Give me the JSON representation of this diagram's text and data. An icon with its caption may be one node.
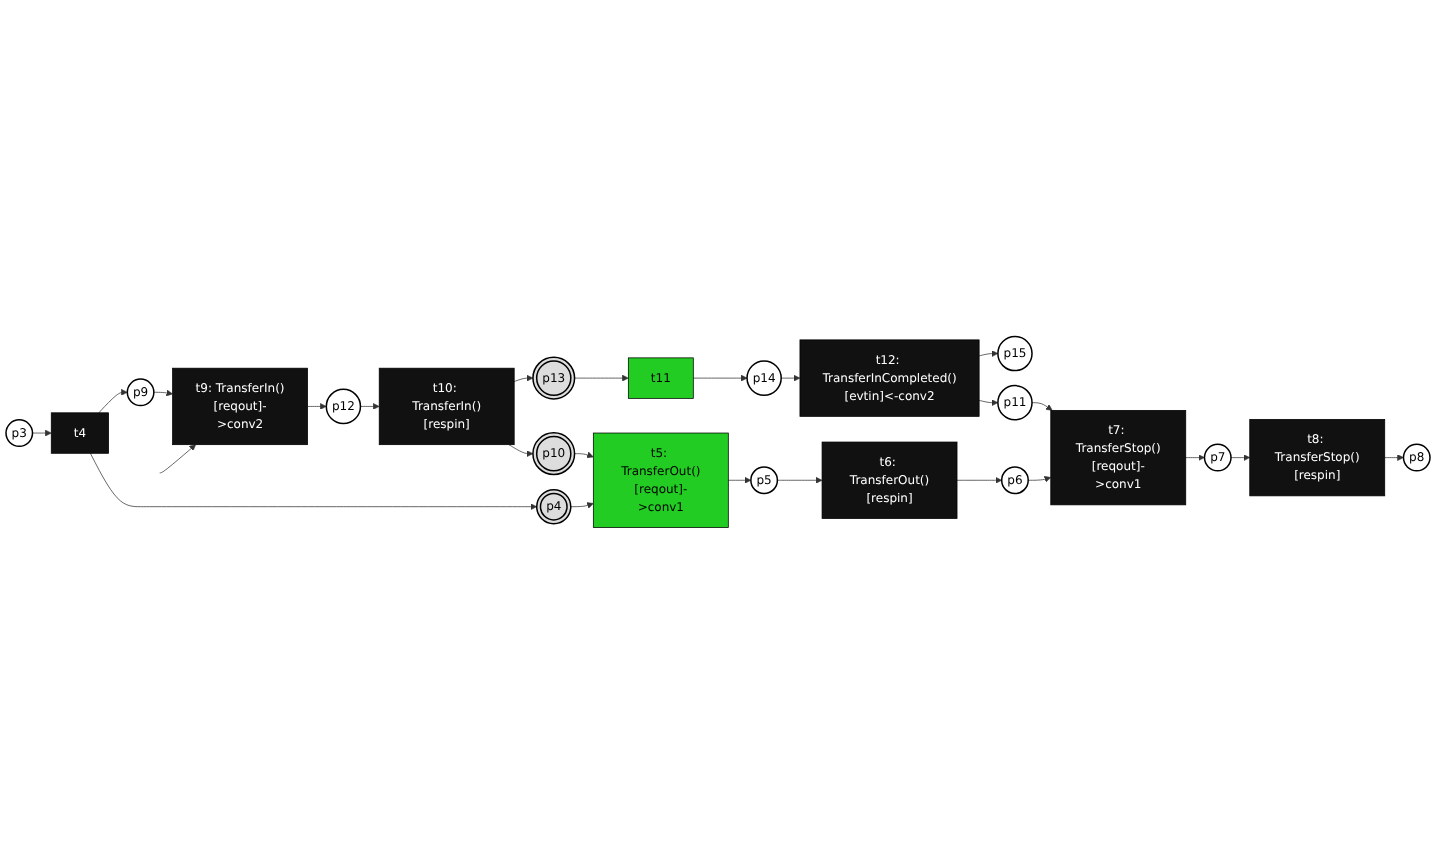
{
  "diagram": {
    "nodes": [
      {
        "text": [
          "t9: TransferIn()[reqout]->conv2"
        ]
      },
      {
        "text": [
          "p12"
        ]
      },
      {
        "text": [
          "t10: TransferIn()[respin]"
        ]
      },
      {
        "text": [
          "p13"
        ]
      },
      {
        "text": [
          "t11"
        ]
      },
      {
        "text": [
          "p14"
        ]
      },
      {
        "text": [
          "t12: TransferInCompleted()[evtin]<-conv2"
        ]
      },
      {
        "text": [
          "p15"
        ]
      },
      {
        "text": [
          "p9"
        ]
      },
      {
        "text": [
          "p8"
        ]
      },
      {
        "text": [
          "p10"
        ]
      },
      {
        "text": [
          "p11"
        ]
      },
      {
        "text": [
          "p3"
        ]
      },
      {
        "text": [
          "t4"
        ]
      },
      {
        "text": [
          "p4"
        ]
      },
      {
        "text": [
          "t5: TransferOut()[reqout]->conv1"
        ]
      },
      {
        "text": [
          "p5"
        ]
      },
      {
        "text": [
          "t6: TransferOut()[respin]"
        ]
      },
      {
        "text": [
          "p6"
        ]
      },
      {
        "text": [
          "t7: TransferStop()[reqout]->conv1"
        ]
      },
      {
        "text": [
          "p7"
        ]
      },
      {
        "text": [
          "t8: TransferStop()[respin]"
        ]
      }
    ],
    "edges": [
      {
        "from": null,
        "to": 0,
        "arrow": "to"
      },
      {
        "from": 0,
        "to": 1,
        "arrow": "to"
      },
      {
        "from": 1,
        "to": 2,
        "arrow": "to"
      },
      {
        "from": 2,
        "to": 3,
        "arrow": "to"
      },
      {
        "from": 2,
        "to": 10,
        "arrow": "to"
      },
      {
        "from": 3,
        "to": 4,
        "arrow": "to"
      },
      {
        "from": 4,
        "to": 5,
        "arrow": "to"
      },
      {
        "from": 5,
        "to": 6,
        "arrow": "to"
      },
      {
        "from": 6,
        "to": 7,
        "arrow": "to"
      },
      {
        "from": 6,
        "to": 11,
        "arrow": "to"
      },
      {
        "from": 12,
        "to": 13,
        "arrow": "to"
      },
      {
        "from": 13,
        "to": 14,
        "arrow": "to"
      },
      {
        "from": 13,
        "to": 8,
        "arrow": "to"
      },
      {
        "from": 8,
        "to": 0,
        "arrow": "to"
      },
      {
        "from": 14,
        "to": 15,
        "arrow": "to"
      },
      {
        "from": 10,
        "to": 15,
        "arrow": "to"
      },
      {
        "from": 15,
        "to": 16,
        "arrow": "to"
      },
      {
        "from": 16,
        "to": 17,
        "arrow": "to"
      },
      {
        "from": 17,
        "to": 18,
        "arrow": "to"
      },
      {
        "from": 18,
        "to": 19,
        "arrow": "to"
      },
      {
        "from": 11,
        "to": 19,
        "arrow": "to"
      },
      {
        "from": 19,
        "to": 20,
        "arrow": "to"
      },
      {
        "from": 20,
        "to": 21,
        "arrow": "to"
      },
      {
        "from": 21,
        "to": 9,
        "arrow": "to"
      }
    ]
  }
}
